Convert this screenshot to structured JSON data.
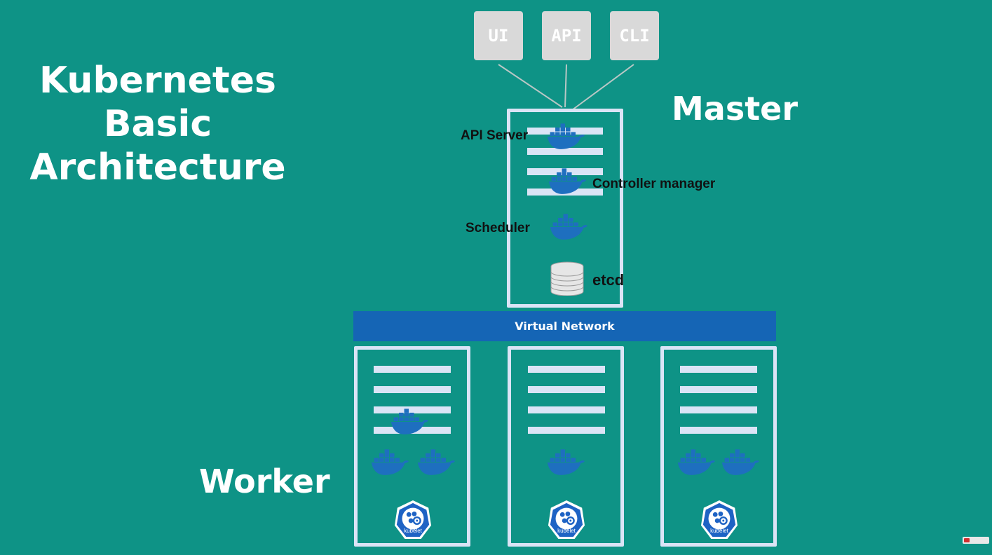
{
  "title": {
    "line1": "Kubernetes",
    "line2": "Basic",
    "line3": "Architecture"
  },
  "master_label": "Master",
  "worker_label": "Worker",
  "clients": [
    {
      "label": "UI"
    },
    {
      "label": "API"
    },
    {
      "label": "CLI"
    }
  ],
  "master_components": {
    "api_server": "API Server",
    "controller_manager": "Controller manager",
    "scheduler": "Scheduler",
    "etcd": "etcd"
  },
  "network_label": "Virtual Network",
  "kubelet_label": "kubelet",
  "colors": {
    "background": "#0e9386",
    "server_outline": "#dbe4f6",
    "network": "#1565b5",
    "docker_whale": "#1e6fbf",
    "kubelet_badge": "#1e63c4"
  },
  "icons": {
    "container": "docker-whale-icon",
    "database": "database-stack-icon",
    "kubelet": "kubernetes-wheel-icon"
  }
}
